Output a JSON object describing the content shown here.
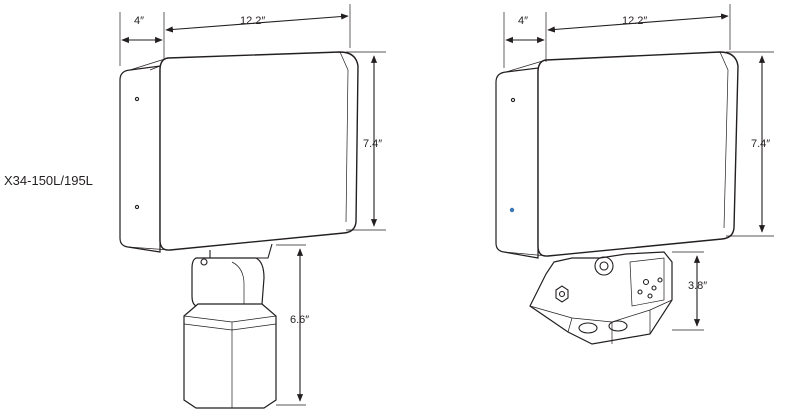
{
  "model_label": "X34-150L/195L",
  "left_fixture": {
    "depth_dim": "4″",
    "width_dim": "12.2″",
    "height_dim": "7.4″",
    "mount_height_dim": "6.6″"
  },
  "right_fixture": {
    "depth_dim": "4″",
    "width_dim": "12.2″",
    "height_dim": "7.4″",
    "bracket_height_dim": "3.8″"
  }
}
